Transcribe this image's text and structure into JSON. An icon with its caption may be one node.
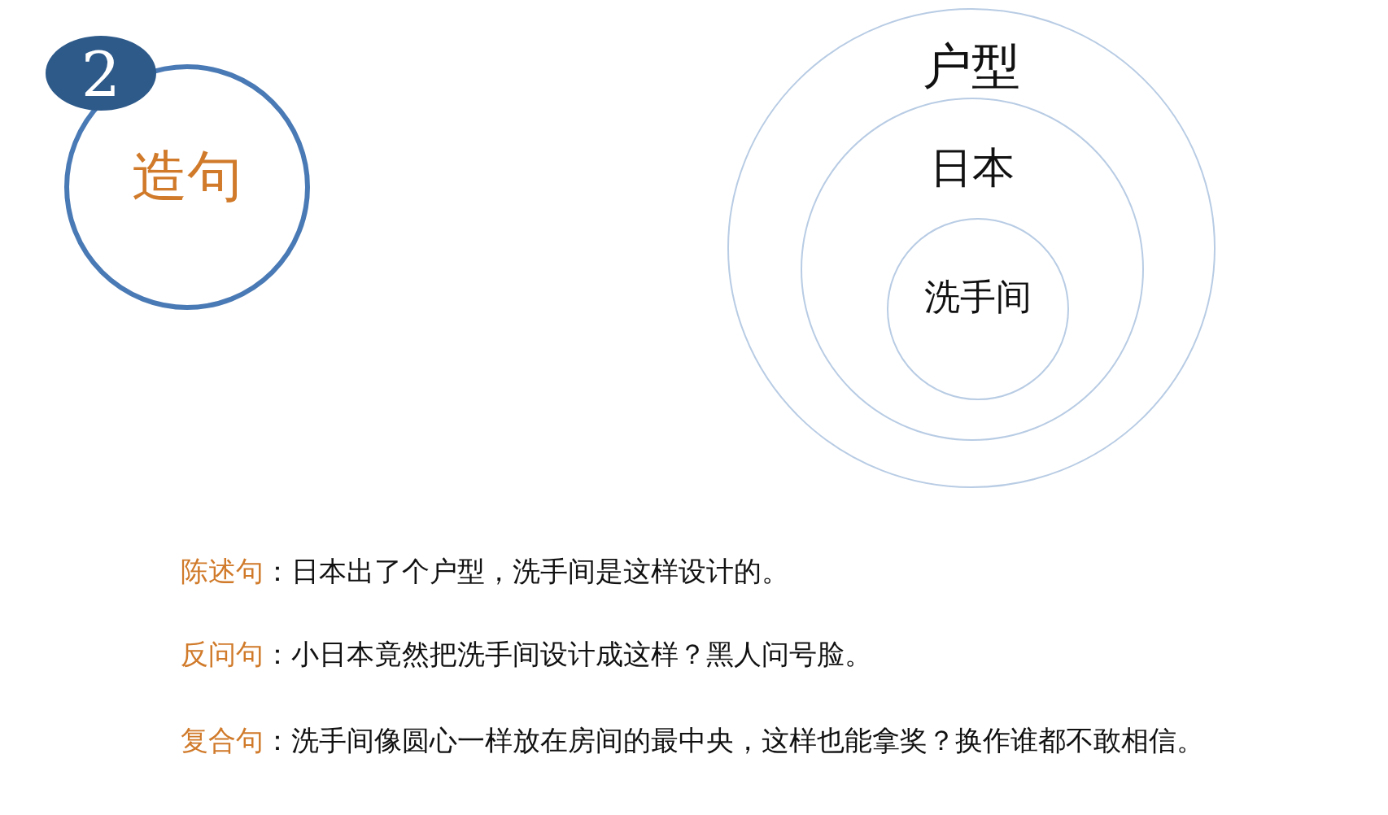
{
  "diagram": {
    "nodes": [
      {
        "text": [
          "2"
        ]
      },
      {
        "text": [
          "造句"
        ]
      },
      {
        "text": [
          "户型"
        ]
      },
      {
        "text": [
          "日本"
        ],
        "in": 2
      },
      {
        "text": [
          "洗手间"
        ],
        "in": 3
      }
    ],
    "labels": [
      "陈述句",
      "：日本出了个户型，洗手间是这样设计的。",
      "反问句",
      "：小日本竟然把洗手间设计成这样？黑人问号脸。",
      "复合句",
      "：洗手间像圆心一样放在房间的最中央，这样也能拿奖？换作谁都不敢相信。"
    ]
  }
}
